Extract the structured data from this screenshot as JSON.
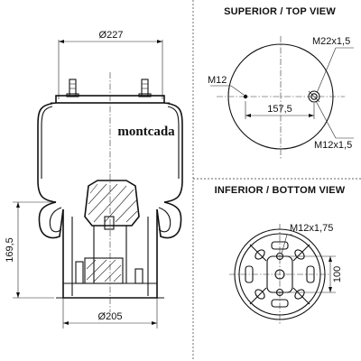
{
  "brand": "montcada",
  "side_view": {
    "top_diameter": "Ø227",
    "bottom_diameter": "Ø205",
    "height": "169,5"
  },
  "top_view": {
    "title": "SUPERIOR / TOP VIEW",
    "thread_stud": "M22x1,5",
    "thread_left": "M12",
    "thread_right": "M12x1,5",
    "spacing": "157,5"
  },
  "bottom_view": {
    "title": "INFERIOR / BOTTOM VIEW",
    "thread": "M12x1,75",
    "spacing": "100"
  }
}
